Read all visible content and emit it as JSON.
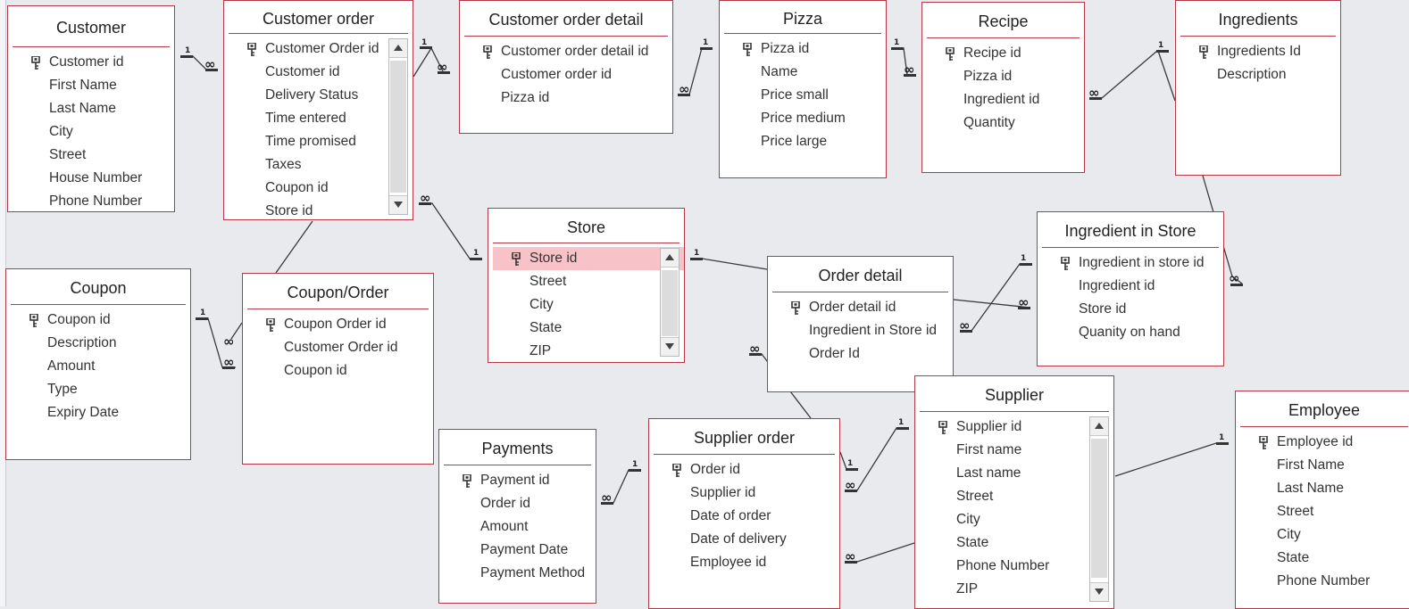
{
  "tables": {
    "customer": {
      "title": "Customer",
      "fields": [
        "Customer id",
        "First Name",
        "Last Name",
        "City",
        "Street",
        "House Number",
        "Phone Number"
      ]
    },
    "customer_order": {
      "title": "Customer order",
      "fields": [
        "Customer Order id",
        "Customer id",
        "Delivery Status",
        "Time entered",
        "Time promised",
        "Taxes",
        "Coupon id",
        "Store id"
      ]
    },
    "customer_order_detail": {
      "title": "Customer order detail",
      "fields": [
        "Customer order detail id",
        "Customer order id",
        "Pizza id"
      ]
    },
    "pizza": {
      "title": "Pizza",
      "fields": [
        "Pizza id",
        "Name",
        "Price small",
        "Price medium",
        "Price large"
      ]
    },
    "recipe": {
      "title": "Recipe",
      "fields": [
        "Recipe id",
        "Pizza id",
        "Ingredient id",
        "Quantity"
      ]
    },
    "ingredients": {
      "title": "Ingredients",
      "fields": [
        "Ingredients Id",
        "Description"
      ]
    },
    "coupon": {
      "title": "Coupon",
      "fields": [
        "Coupon id",
        "Description",
        "Amount",
        "Type",
        "Expiry Date"
      ]
    },
    "coupon_order": {
      "title": "Coupon/Order",
      "fields": [
        "Coupon Order id",
        "Customer Order id",
        "Coupon id"
      ]
    },
    "store": {
      "title": "Store",
      "fields": [
        "Store id",
        "Street",
        "City",
        "State",
        "ZIP"
      ]
    },
    "order_detail": {
      "title": "Order detail",
      "fields": [
        "Order detail id",
        "Ingredient in Store id",
        "Order Id"
      ]
    },
    "ingredient_in_store": {
      "title": "Ingredient in Store",
      "fields": [
        "Ingredient in store id",
        "Ingredient id",
        "Store id",
        "Quanity on hand"
      ]
    },
    "supplier": {
      "title": "Supplier",
      "fields": [
        "Supplier id",
        "First name",
        "Last name",
        "Street",
        "City",
        "State",
        "Phone Number",
        "ZIP"
      ]
    },
    "payments": {
      "title": "Payments",
      "fields": [
        "Payment id",
        "Order id",
        "Amount",
        "Payment Date",
        "Payment Method"
      ]
    },
    "supplier_order": {
      "title": "Supplier order",
      "fields": [
        "Order id",
        "Supplier id",
        "Date of order",
        "Date of delivery",
        "Employee id"
      ]
    },
    "employee": {
      "title": "Employee",
      "fields": [
        "Employee id",
        "First Name",
        "Last Name",
        "Street",
        "City",
        "State",
        "Phone Number"
      ]
    }
  },
  "relationship_labels": {
    "one": "1",
    "many": "∞"
  }
}
